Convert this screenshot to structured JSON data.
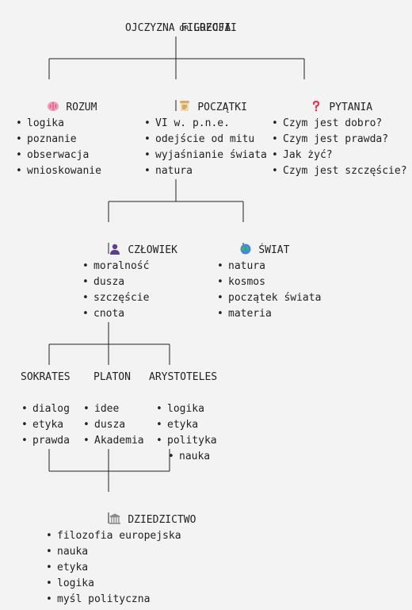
{
  "header": {
    "flag": "GR",
    "title_line1": "GRECJA",
    "title_line2": "OJCZYZNA FILOZOFII"
  },
  "level1": [
    {
      "icon": "brain-icon",
      "title": "ROZUM",
      "items": [
        "logika",
        "poznanie",
        "obserwacja",
        "wnioskowanie"
      ]
    },
    {
      "icon": "scroll-icon",
      "title": "POCZĄTKI",
      "items": [
        "VI w. p.n.e.",
        "odejście od mitu",
        "wyjaśnianie świata",
        "natura"
      ]
    },
    {
      "icon": "question-mark-icon",
      "title": "PYTANIA",
      "items": [
        "Czym jest dobro?",
        "Czym jest prawda?",
        "Jak żyć?",
        "Czym jest szczęście?"
      ]
    }
  ],
  "level2": [
    {
      "icon": "person-icon",
      "title": "CZŁOWIEK",
      "items": [
        "moralność",
        "dusza",
        "szczęście",
        "cnota"
      ]
    },
    {
      "icon": "globe-icon",
      "title": "ŚWIAT",
      "items": [
        "natura",
        "kosmos",
        "początek świata",
        "materia"
      ]
    }
  ],
  "philosophers": [
    {
      "title": "SOKRATES",
      "items": [
        "dialog",
        "etyka",
        "prawda"
      ]
    },
    {
      "title": "PLATON",
      "items": [
        "idee",
        "dusza",
        "Akademia"
      ]
    },
    {
      "title": "ARYSTOTELES",
      "items": [
        "logika",
        "etyka",
        "polityka",
        "nauka"
      ]
    }
  ],
  "legacy": {
    "icon": "classical-building-icon",
    "title": "DZIEDZICTWO",
    "items": [
      "filozofia europejska",
      "nauka",
      "etyka",
      "logika",
      "myśl polityczna"
    ]
  }
}
